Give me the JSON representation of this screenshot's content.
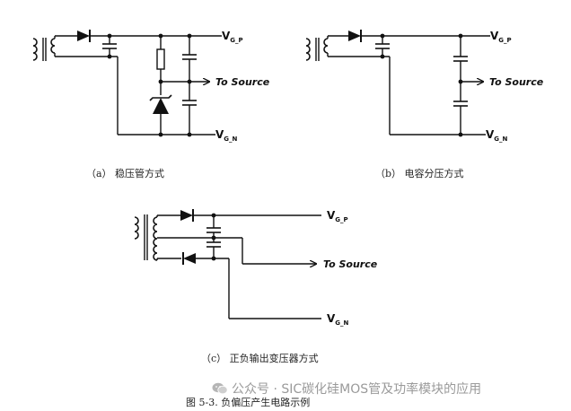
{
  "figure": {
    "title": "图 5-3. 负偏压产生电路示例",
    "watermark": "公众号 · SIC碳化硅MOS管及功率模块的应用",
    "panels": [
      {
        "id": "a",
        "caption": "（a） 稳压管方式"
      },
      {
        "id": "b",
        "caption": "（b） 电容分压方式"
      },
      {
        "id": "c",
        "caption": "（c） 正负输出变压器方式"
      }
    ],
    "labels": {
      "to_source": "To Source",
      "v": "V",
      "gp_sub": "G_P",
      "gn_sub": "G_N"
    }
  }
}
